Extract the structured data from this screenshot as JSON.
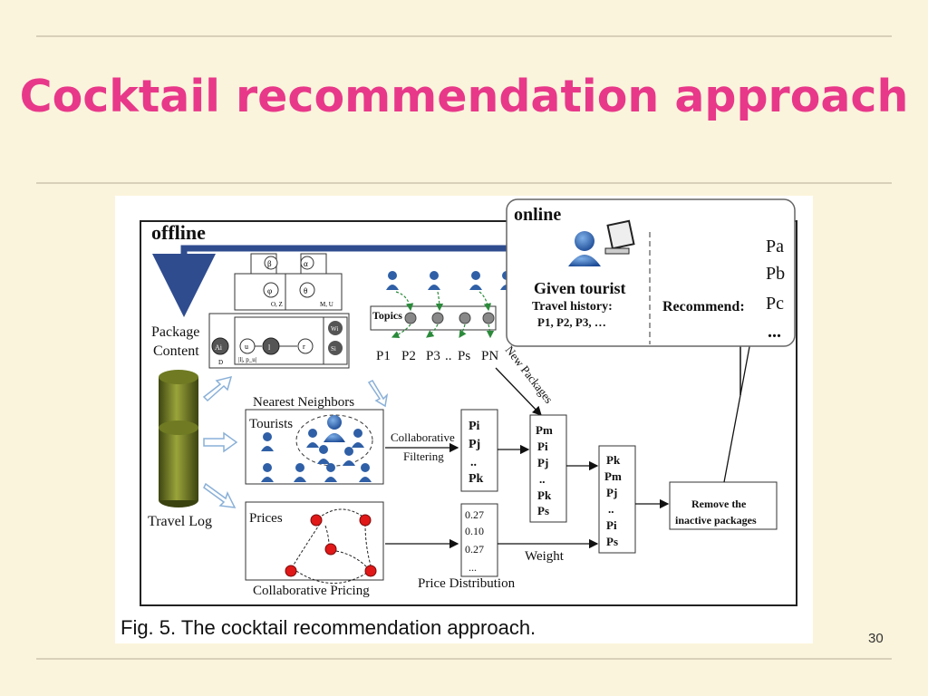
{
  "slide": {
    "title": "Cocktail recommendation approach",
    "page_number": "30"
  },
  "figure": {
    "caption": "Fig. 5. The cocktail recommendation approach.",
    "offline_label": "offline",
    "online_label": "online",
    "package_content": [
      "Package",
      "Content"
    ],
    "travel_log": "Travel Log",
    "topics": "Topics",
    "packages_row": [
      "P1",
      "P2",
      "P3",
      "..",
      "Ps",
      "PN"
    ],
    "new_packages": "New Packages",
    "nearest_neighbors": "Nearest Neighbors",
    "tourists": "Tourists",
    "collaborative_filtering": [
      "Collaborative",
      "Filtering"
    ],
    "prices": "Prices",
    "collaborative_pricing": "Collaborative Pricing",
    "price_distribution": "Price Distribution",
    "weight": "Weight",
    "remove_box": [
      "Remove the",
      "inactive packages"
    ],
    "given_tourist": "Given tourist",
    "travel_history": "Travel history:",
    "travel_history_items": "P1, P2, P3, …",
    "recommend": "Recommend:",
    "recommended": [
      "Pa",
      "Pb",
      "Pc",
      "..."
    ],
    "cf_list": [
      "Pi",
      "Pj",
      "..",
      "Pk"
    ],
    "merge_list": [
      "Pm",
      "Pi",
      "Pj",
      "..",
      "Pk",
      "Ps"
    ],
    "weighted_list": [
      "Pk",
      "Pm",
      "Pj",
      "..",
      "Pi",
      "Ps"
    ],
    "price_values": [
      "0.27",
      "0.10",
      "0.27",
      "..."
    ],
    "model_nodes": [
      "β",
      "α",
      "φ",
      "θ",
      "Ai",
      "u",
      "l",
      "r",
      "Wi",
      "Si"
    ],
    "model_plates": [
      "O, Z",
      "M, U",
      "D",
      "|l|, p_u|"
    ]
  }
}
